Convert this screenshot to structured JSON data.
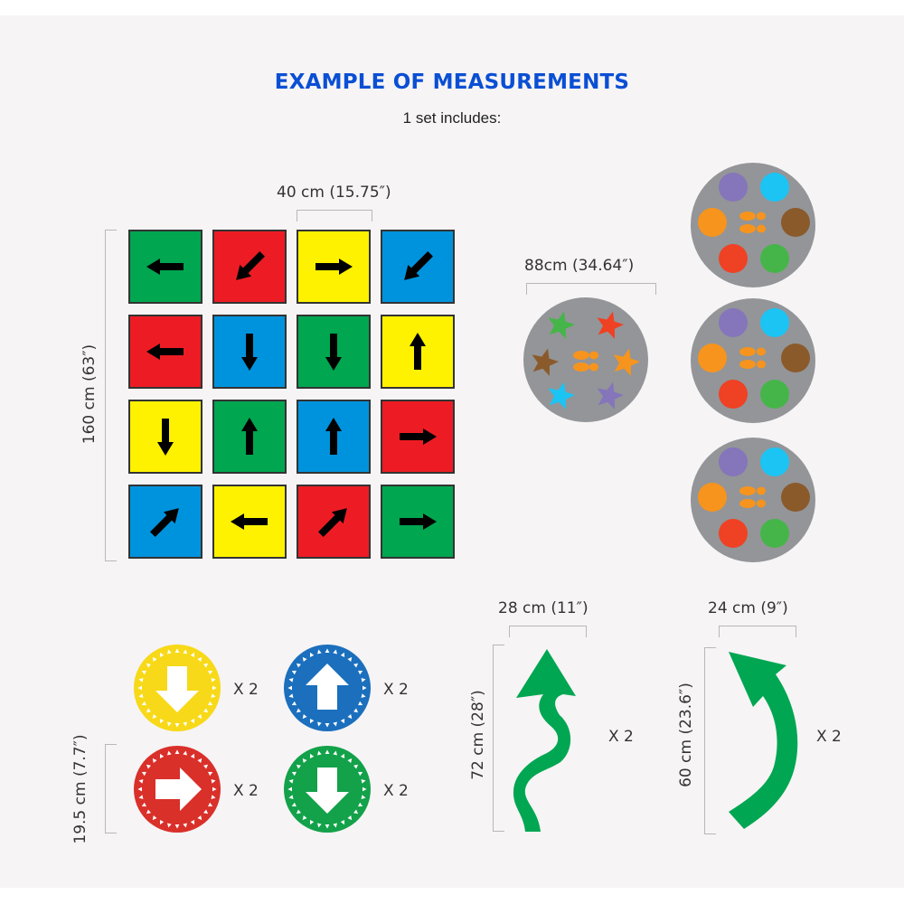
{
  "header": {
    "title": "EXAMPLE OF MEASUREMENTS",
    "subtitle": "1 set includes:"
  },
  "colors": {
    "title_blue": "#0a4fd4",
    "tile_green": "#00a650",
    "tile_red": "#ed1c24",
    "tile_yellow": "#fff200",
    "tile_blue": "#0093dd",
    "mat_gray": "#939598",
    "arrow_green": "#00a651"
  },
  "grid": {
    "tile_width_label": "40 cm (15.75″)",
    "total_height_label": "160 cm (63″)",
    "tiles": [
      [
        {
          "color": "green",
          "arrow": "left"
        },
        {
          "color": "red",
          "arrow": "down-left"
        },
        {
          "color": "yellow",
          "arrow": "right"
        },
        {
          "color": "blue",
          "arrow": "down-left"
        }
      ],
      [
        {
          "color": "red",
          "arrow": "left"
        },
        {
          "color": "blue",
          "arrow": "down"
        },
        {
          "color": "green",
          "arrow": "down"
        },
        {
          "color": "yellow",
          "arrow": "up"
        }
      ],
      [
        {
          "color": "yellow",
          "arrow": "down"
        },
        {
          "color": "green",
          "arrow": "up"
        },
        {
          "color": "blue",
          "arrow": "up"
        },
        {
          "color": "red",
          "arrow": "right"
        }
      ],
      [
        {
          "color": "blue",
          "arrow": "up-right"
        },
        {
          "color": "yellow",
          "arrow": "left"
        },
        {
          "color": "red",
          "arrow": "up-right"
        },
        {
          "color": "green",
          "arrow": "right"
        }
      ]
    ]
  },
  "star_mat": {
    "diameter_label": "88cm (34.64″)",
    "stars": [
      "green",
      "red",
      "brown",
      "orange",
      "cyan",
      "purple"
    ],
    "center_icon": "footprints-icon"
  },
  "dot_mats": {
    "count": 3,
    "dots": [
      "purple",
      "cyan",
      "orange",
      "brown",
      "red",
      "green"
    ],
    "center_icon": "footprints-icon"
  },
  "circle_stickers": {
    "size_label": "19.5 cm (7.7″)",
    "items": [
      {
        "color": "#f7d919",
        "arrow": "down",
        "qty": "X 2"
      },
      {
        "color": "#1b6fbd",
        "arrow": "up",
        "qty": "X 2"
      },
      {
        "color": "#d9302a",
        "arrow": "right",
        "qty": "X 2"
      },
      {
        "color": "#13a14a",
        "arrow": "down",
        "qty": "X 2"
      }
    ]
  },
  "wavy_arrow": {
    "width_label": "28 cm (11″)",
    "height_label": "72 cm (28″)",
    "qty": "X 2"
  },
  "curved_arrow": {
    "width_label": "24 cm (9″)",
    "height_label": "60 cm (23.6″)",
    "qty": "X 2"
  }
}
